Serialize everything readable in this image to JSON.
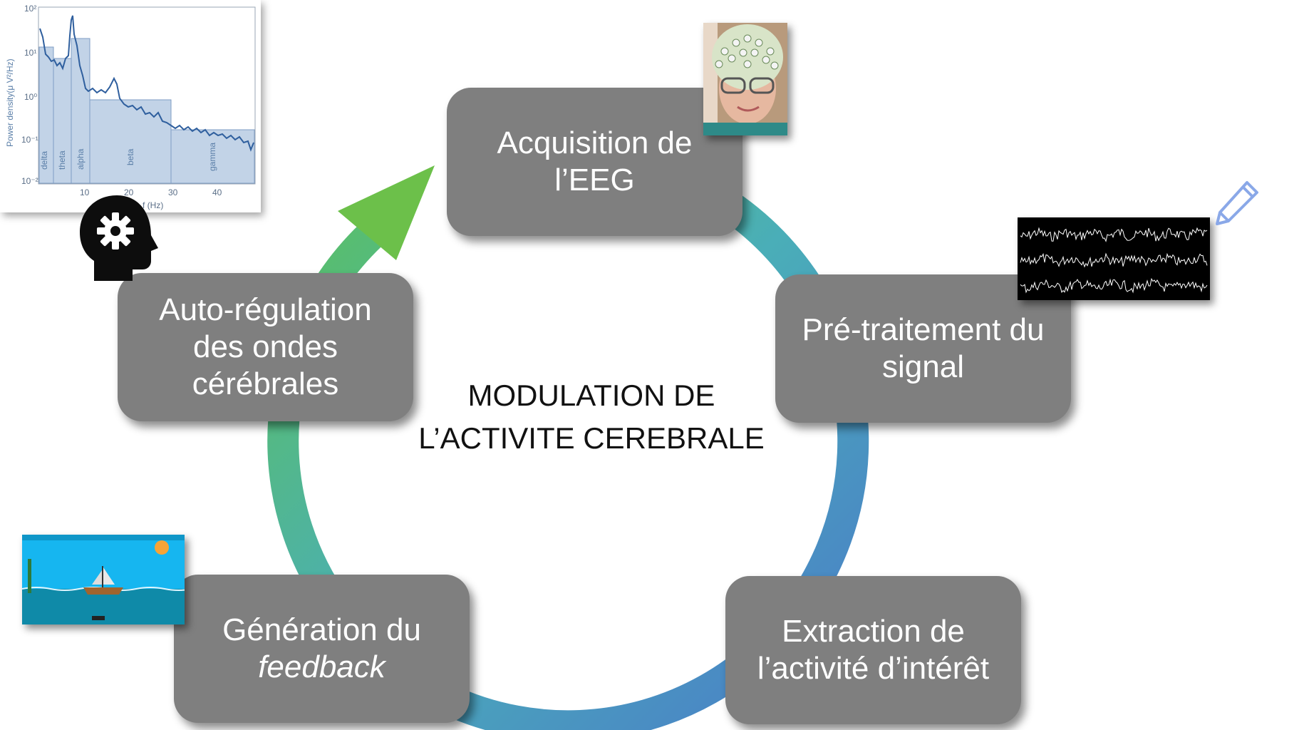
{
  "diagram": {
    "center_title": [
      "MODULATION DE",
      "L’ACTIVITE CEREBRALE"
    ],
    "steps": [
      {
        "id": "acquisition",
        "lines": [
          "Acquisition de",
          "l’EEG"
        ]
      },
      {
        "id": "preprocessing",
        "lines": [
          "Pré-traitement du",
          "signal"
        ]
      },
      {
        "id": "extraction",
        "lines": [
          "Extraction de",
          "l’activité d’intérêt"
        ]
      },
      {
        "id": "feedback",
        "lines": [
          "Génération du",
          "feedback"
        ]
      },
      {
        "id": "selfreg",
        "lines": [
          "Auto-régulation",
          "des ondes",
          "cérébrales"
        ]
      }
    ],
    "cycle_gradient": [
      "#5cb85c",
      "#4aaead",
      "#4a7fc9"
    ],
    "box_color": "#7f7f7f"
  },
  "psd_plot": {
    "ylabel": "Power density(μ V²/Hz)",
    "xlabel": "f (Hz)",
    "x_ticks": [
      "10",
      "20",
      "30",
      "40"
    ],
    "y_ticks": [
      "10²",
      "10¹",
      "10⁰",
      "10⁻¹",
      "10⁻²"
    ],
    "bands": [
      "delta",
      "theta",
      "alpha",
      "beta",
      "gamma"
    ],
    "line_color": "#2f5f9e",
    "band_color": "#b7cbe3"
  },
  "icons": {
    "head": "head-gear-icon",
    "pencil": "pencil-icon"
  }
}
